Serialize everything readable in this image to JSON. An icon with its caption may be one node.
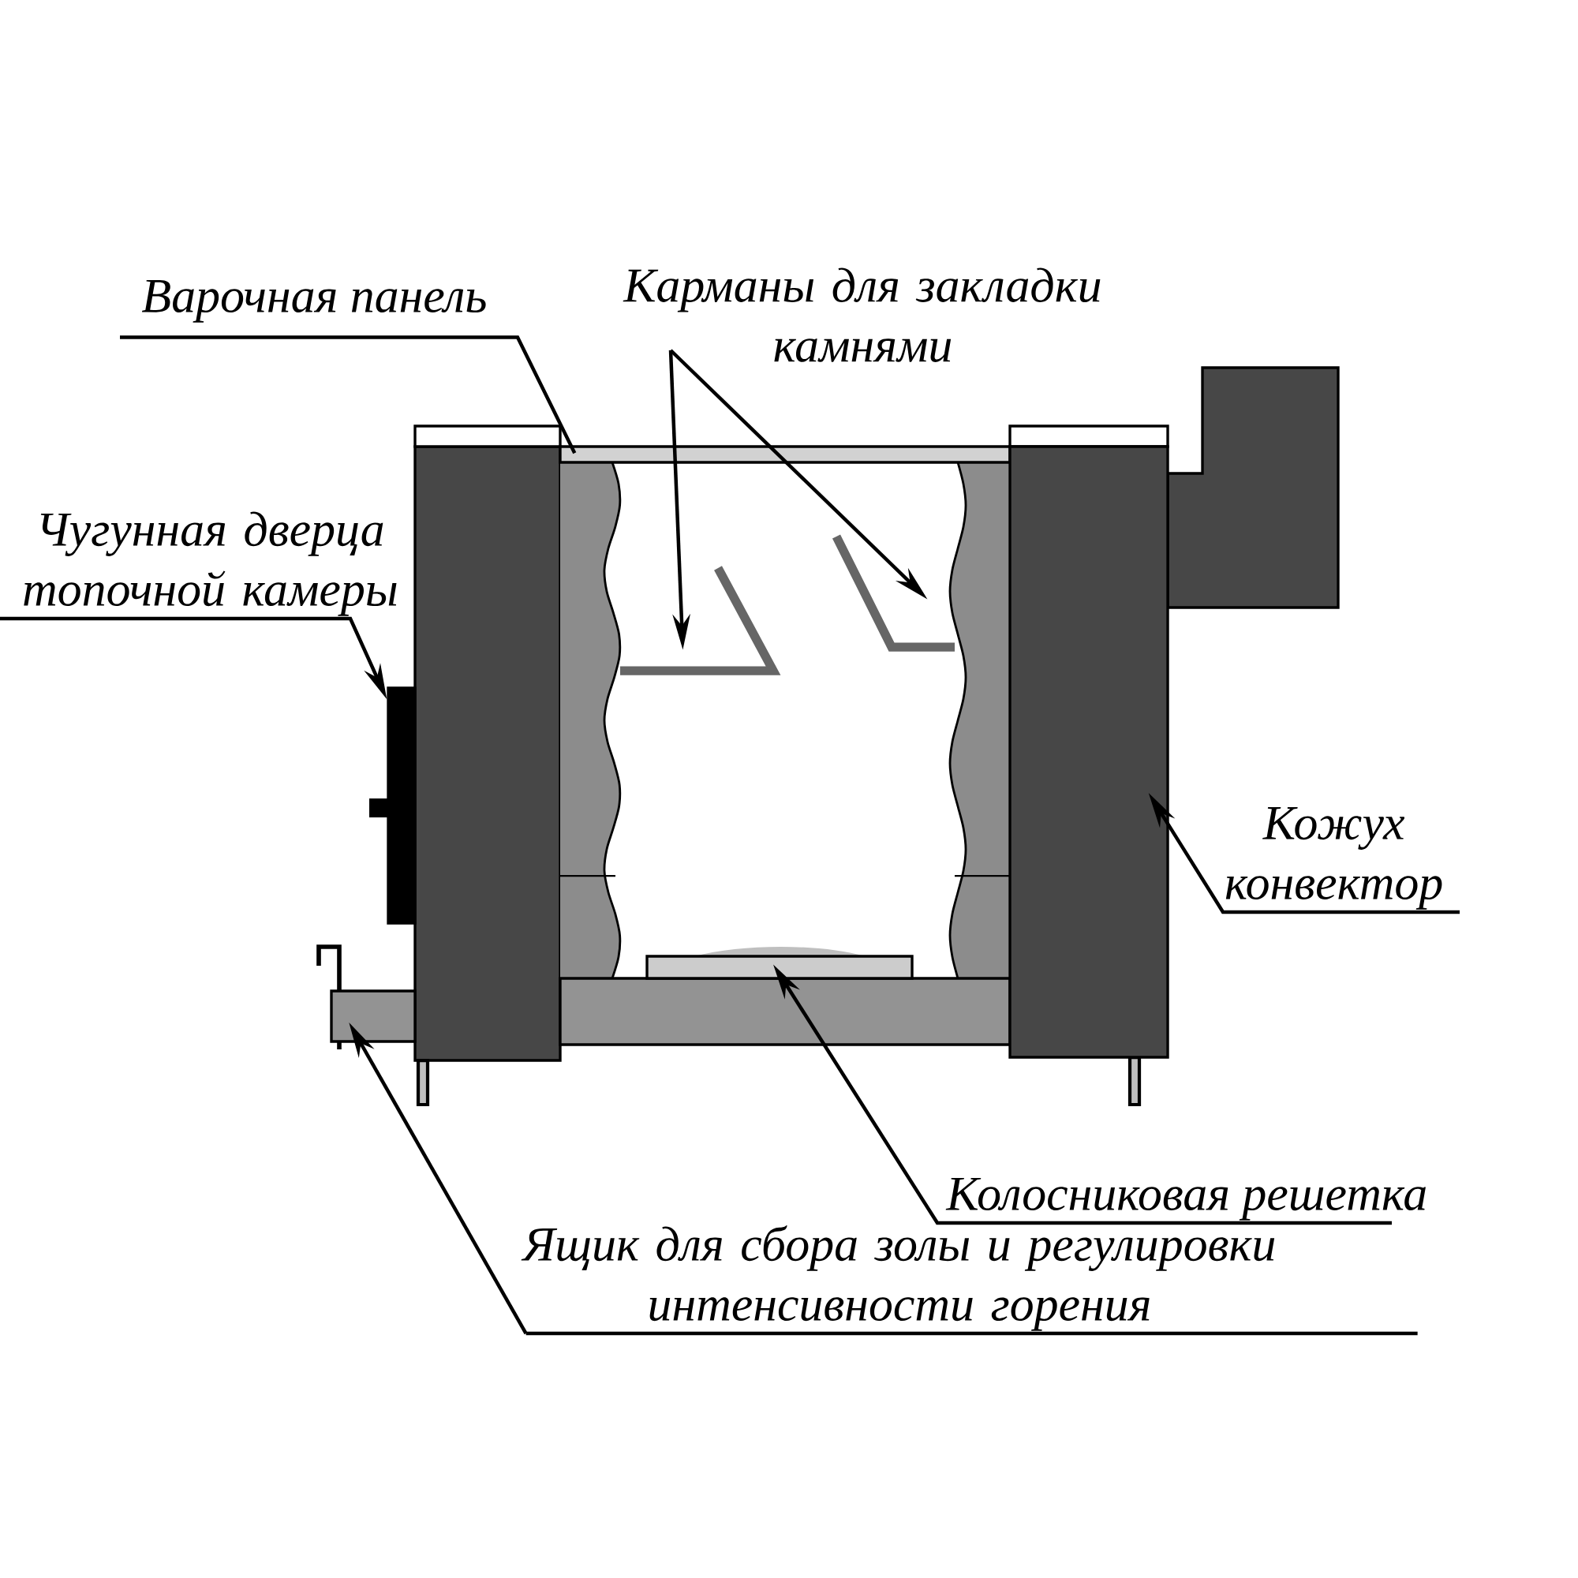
{
  "diagram": {
    "nodes": [
      {
        "text": [
          "Варочная панель"
        ]
      },
      {
        "text": [
          "Карманы для закладки камнями"
        ]
      },
      {
        "text": [
          "Чугунная дверца топочной камеры"
        ]
      },
      {
        "text": [
          "Кожух конвектор"
        ]
      },
      {
        "text": [
          "Колосниковая решетка"
        ]
      },
      {
        "text": [
          "Ящик для сбора золы и регулировки интенсивности горения"
        ]
      },
      {
        "text": [],
        "shape": "bar"
      },
      {
        "text": [],
        "shape": "shelf"
      },
      {
        "text": [],
        "shape": "shelf"
      },
      {
        "text": [],
        "shape": "box"
      },
      {
        "text": [],
        "shape": "box"
      },
      {
        "text": [],
        "shape": "bar"
      },
      {
        "text": [],
        "shape": "box"
      }
    ],
    "edges": [
      {
        "from": 0,
        "to": 6,
        "arrow": "none"
      },
      {
        "from": 1,
        "to": 7,
        "arrow": "to"
      },
      {
        "from": 1,
        "to": 8,
        "arrow": "to"
      },
      {
        "from": 2,
        "to": 9,
        "arrow": "to"
      },
      {
        "from": 3,
        "to": 10,
        "arrow": "to"
      },
      {
        "from": 4,
        "to": 11,
        "arrow": "to"
      },
      {
        "from": 5,
        "to": 12,
        "arrow": "to"
      }
    ]
  }
}
